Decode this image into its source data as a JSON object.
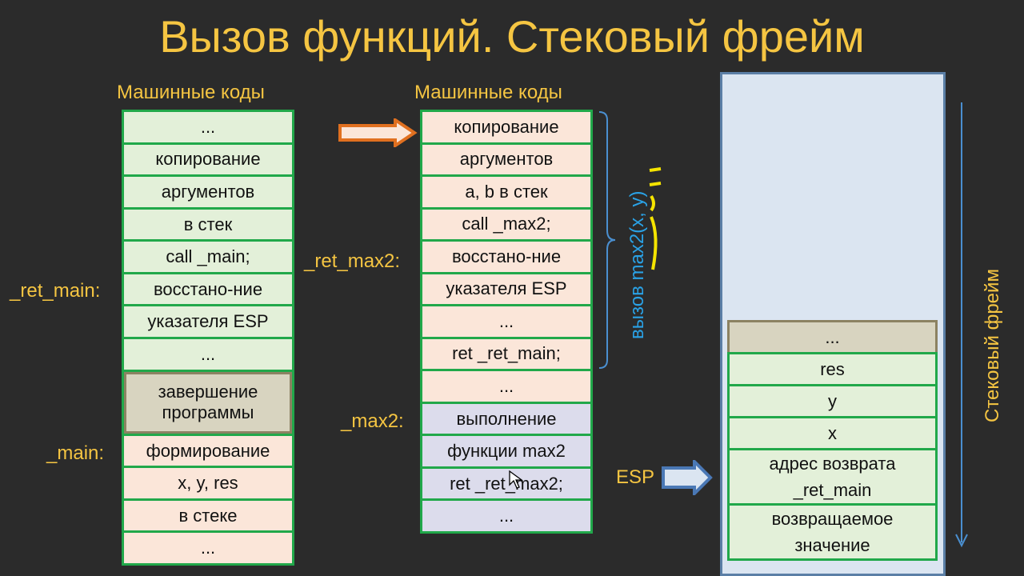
{
  "title": "Вызов функций. Стековый фрейм",
  "left_column": {
    "header": "Машинные коды",
    "cells": [
      "...",
      "копирование",
      "аргументов",
      "в стек",
      "call _main;",
      "восстано-ние",
      "указателя ESP",
      "...",
      "завершение программы",
      "формирование",
      "x, y, res",
      "в стеке",
      "..."
    ]
  },
  "middle_column": {
    "header": "Машинные коды",
    "cells": [
      "копирование",
      "аргументов",
      "a, b в стек",
      "call _max2;",
      "восстано-ние",
      "указателя ESP",
      "...",
      "ret _ret_main;",
      "...",
      "выполнение",
      "функции max2",
      "ret _ret_max2;",
      "..."
    ]
  },
  "labels": {
    "ret_main": "_ret_main:",
    "main": "_main:",
    "ret_max2": "_ret_max2:",
    "max2": "_max2:",
    "esp": "ESP",
    "call_label_prefix": "вызов ",
    "call_label_fn": "max2(x, y)",
    "stack_frame": "Стековый фрейм"
  },
  "stack_column": {
    "cells": [
      "...",
      "res",
      "y",
      "x",
      "адрес возврата _ret_main",
      "возвращаемое значение"
    ]
  }
}
